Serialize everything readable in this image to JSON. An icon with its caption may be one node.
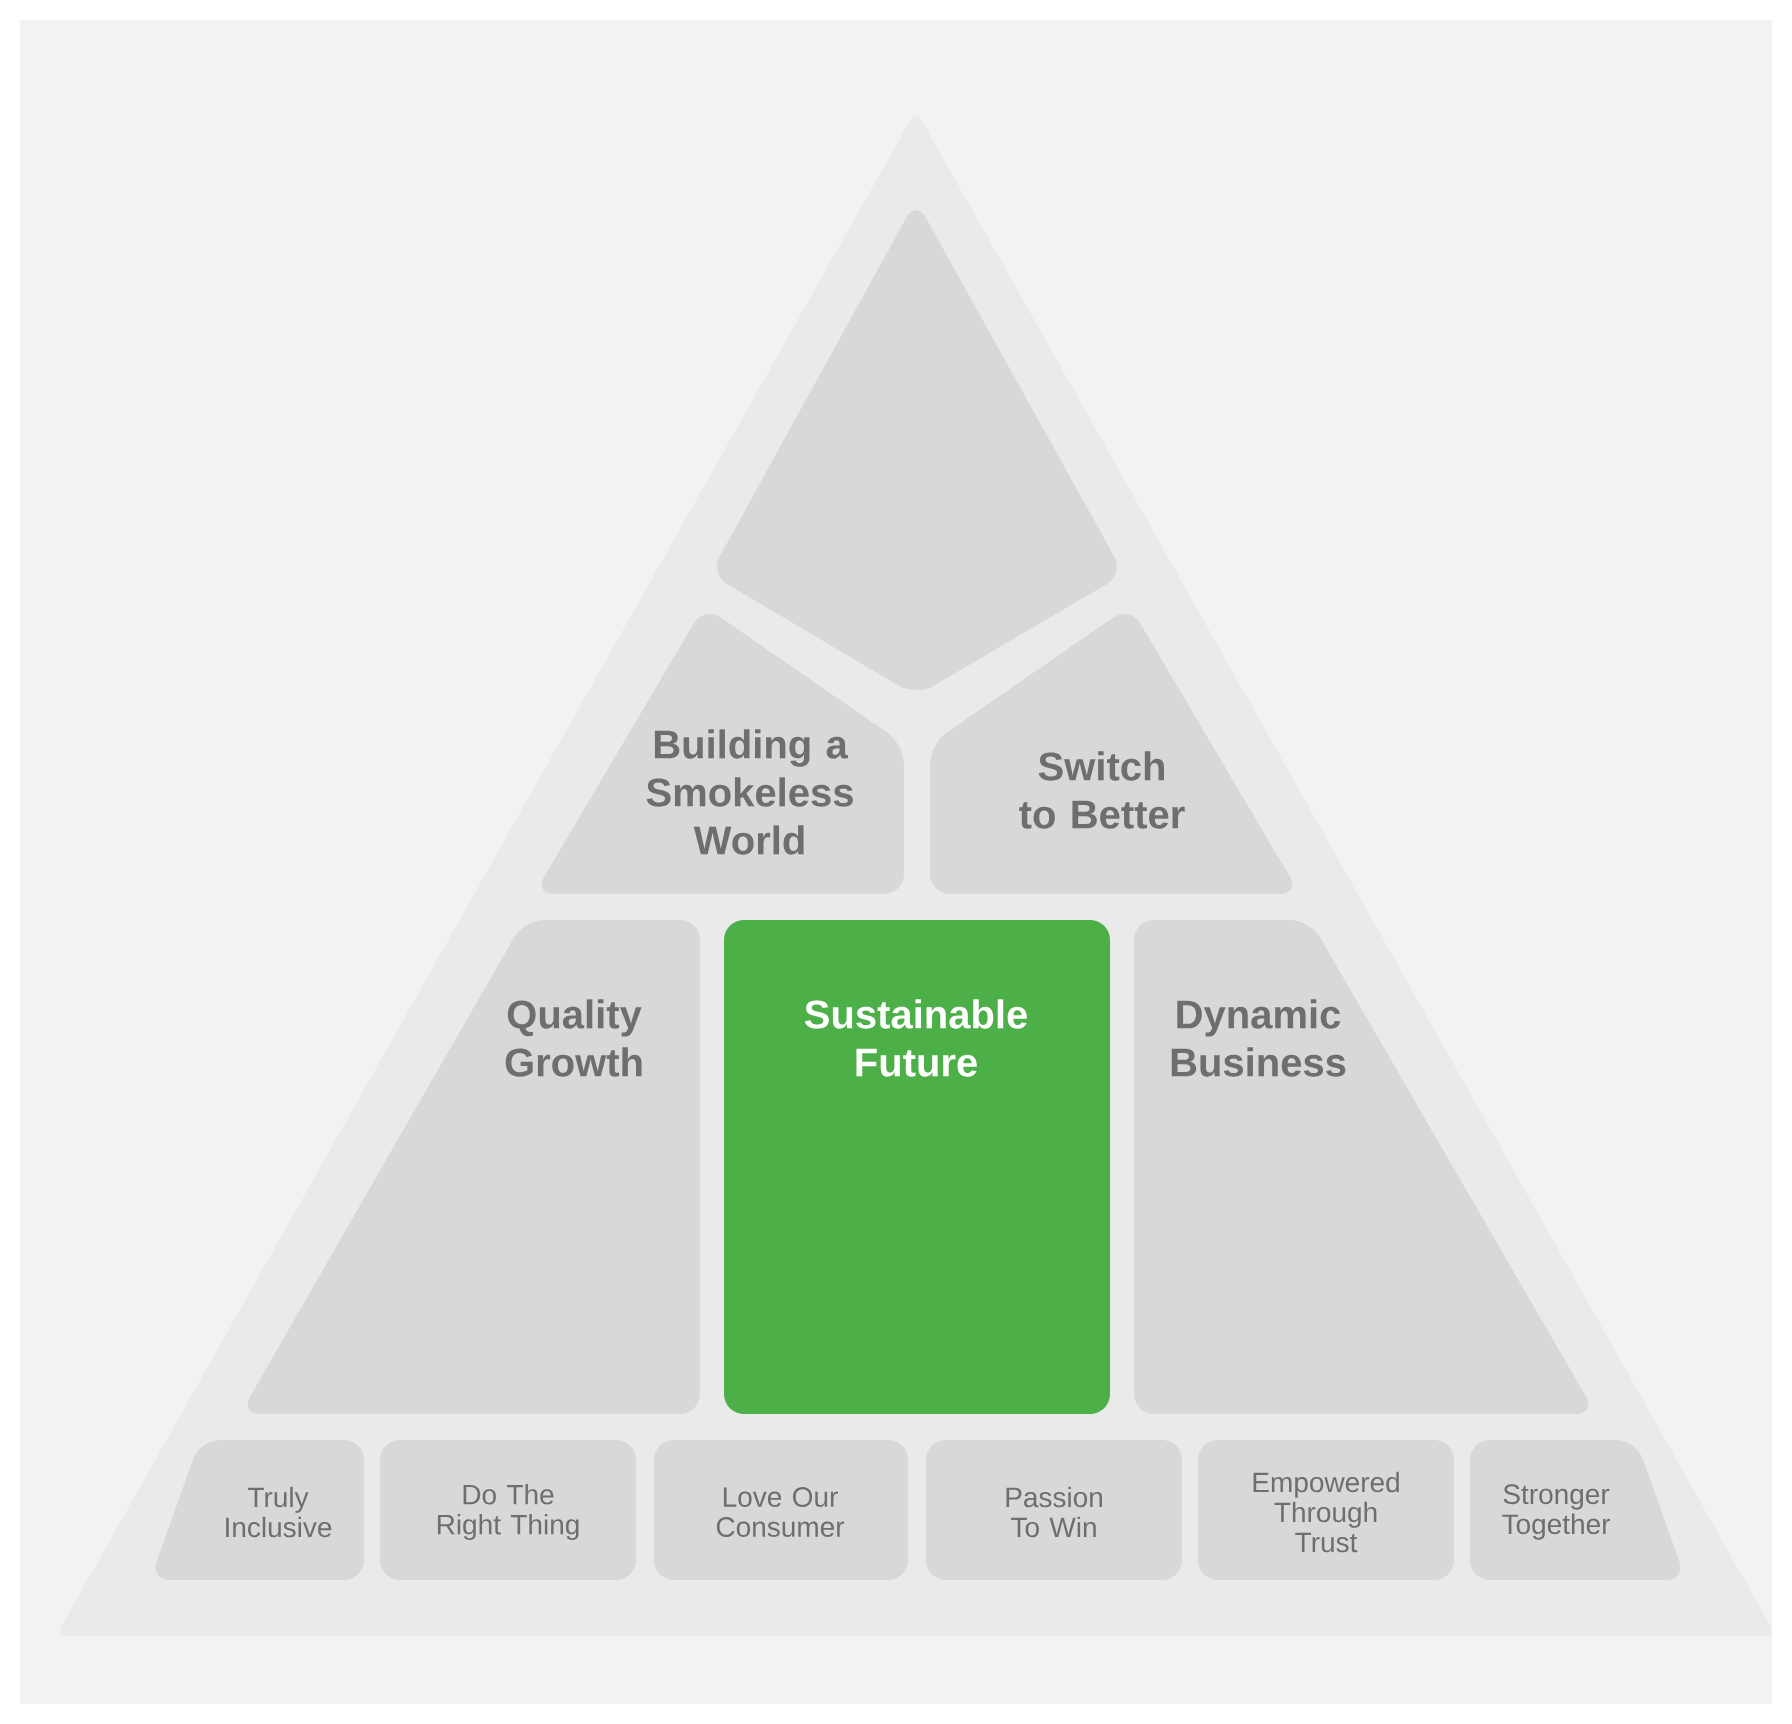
{
  "diagram": {
    "nodes": [
      {
        "text": [],
        "shape": "box"
      },
      {
        "text": [
          "Building a Smokeless World"
        ]
      },
      {
        "text": [
          "Switch to Better"
        ]
      },
      {
        "text": [
          "Quality Growth"
        ]
      },
      {
        "text": [
          "Sustainable Future"
        ]
      },
      {
        "text": [
          "Dynamic Business"
        ]
      },
      {
        "text": [
          "Truly Inclusive"
        ]
      },
      {
        "text": [
          "Do The Right Thing"
        ]
      },
      {
        "text": [
          "Love Our Consumer"
        ]
      },
      {
        "text": [
          "Passion To Win"
        ]
      },
      {
        "text": [
          "Empowered Through Trust"
        ]
      },
      {
        "text": [
          "Stronger Together"
        ]
      }
    ]
  }
}
